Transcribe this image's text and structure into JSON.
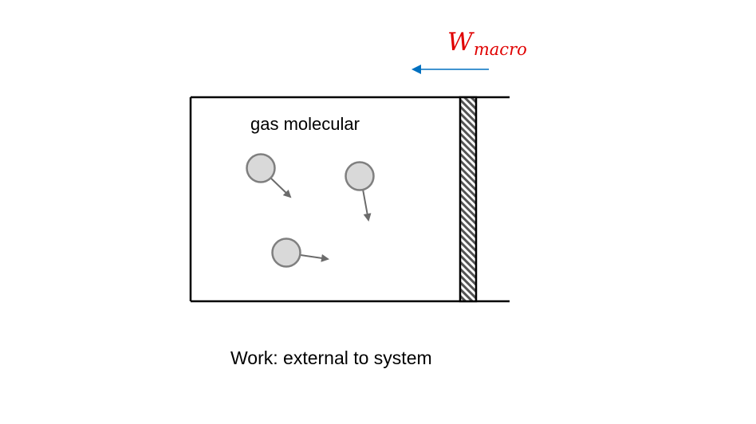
{
  "diagram": {
    "gas_label": "gas molecular",
    "caption": "Work: external to system",
    "work_symbol": "W",
    "work_subscript": "macro",
    "colors": {
      "container": "#000000",
      "molecule_fill": "#d9d9d9",
      "molecule_stroke": "#7f7f7f",
      "velocity_arrow": "#6b6b6b",
      "work_arrow": "#0070c0",
      "work_label": "#e00000",
      "piston_hatch": "#555555"
    },
    "molecule_count": 3
  }
}
